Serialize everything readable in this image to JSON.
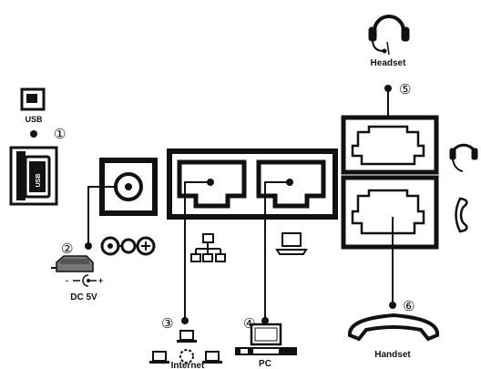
{
  "labels": {
    "usb": "USB",
    "usb_stick": "USB",
    "dc": "DC 5V",
    "internet": "Internet",
    "pc": "PC",
    "headset_top": "Headset",
    "handset_bottom": "Handset"
  },
  "callouts": {
    "c1": "①",
    "c2": "②",
    "c3": "③",
    "c4": "④",
    "c5": "⑤",
    "c6": "⑥"
  },
  "icons": [
    "usb-flash-drive-icon",
    "power-adapter-icon",
    "dc-polarity-icon",
    "network-topology-icon",
    "computer-icon",
    "headset-icon",
    "handset-icon"
  ],
  "colors": {
    "line": "#111111",
    "background": "#ffffff"
  }
}
